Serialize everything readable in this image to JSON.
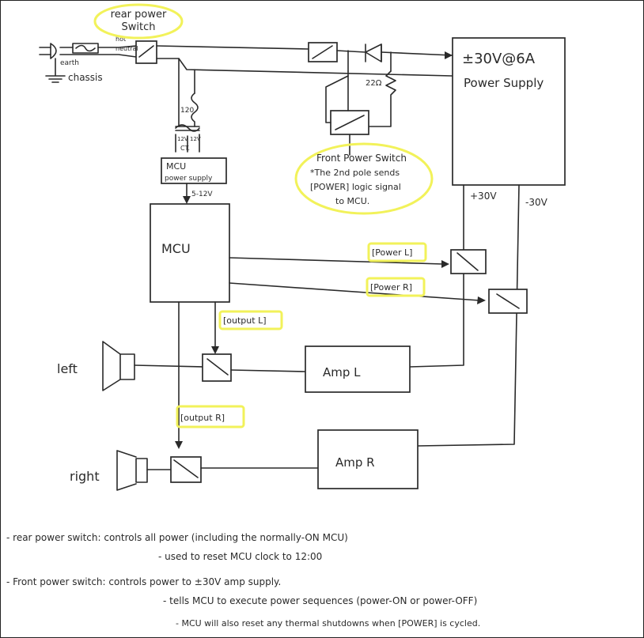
{
  "labels": {
    "rear_switch_line1": "rear power",
    "rear_switch_line2": "Switch",
    "hot": "hot",
    "neutral": "neutral",
    "earth": "earth",
    "chassis": "chassis",
    "transformer_primary": "120",
    "transformer_sec_a": "12V",
    "transformer_sec_b": "12V",
    "transformer_ct": "CT.",
    "resistor": "22Ω",
    "supply_line1": "±30V@6A",
    "supply_line2": "Power Supply",
    "front_switch_line1": "Front Power Switch",
    "front_switch_line2": "*The 2nd pole sends",
    "front_switch_line3": "[POWER] logic signal",
    "front_switch_line4": "to MCU.",
    "mcu_supply_line1": "MCU",
    "mcu_supply_line2": "power supply",
    "mcu_voltage": "5-12V",
    "mcu": "MCU",
    "plus30": "+30V",
    "minus30": "-30V",
    "power_l": "[Power L]",
    "power_r": "[Power R]",
    "output_l": "[output L]",
    "output_r": "[output R]",
    "left": "left",
    "right": "right",
    "amp_l": "Amp L",
    "amp_r": "Amp R"
  },
  "notes": [
    "- rear power switch: controls all power (including the normally-ON MCU)",
    "- used to reset MCU clock to 12:00",
    "- Front power switch: controls power to ±30V amp supply.",
    "- tells MCU to execute power sequences (power-ON or power-OFF)",
    "- MCU will also reset any thermal shutdowns when [POWER] is cycled."
  ],
  "colors": {
    "ink": "#2a2a2a",
    "highlight": "#f2f25a"
  }
}
